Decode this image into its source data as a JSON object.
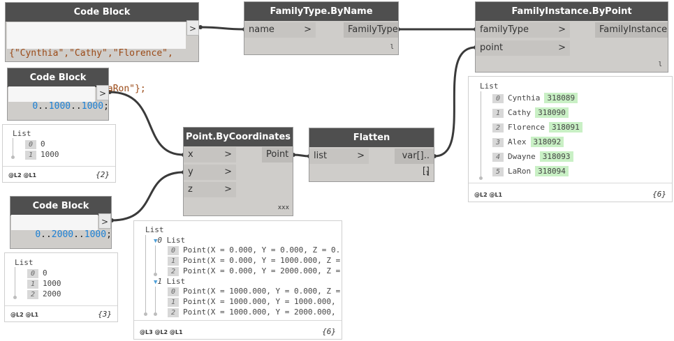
{
  "nodes": {
    "cb_names": {
      "title": "Code Block",
      "line1": "{\"Cynthia\",\"Cathy\",\"Florence\",",
      "line2": "\"Alex\",\"Dwayne\",\"LaRon\"};",
      "out": ">"
    },
    "family_type": {
      "title": "FamilyType.ByName",
      "in_name": "name",
      "out_name": "FamilyType",
      "lace": "l"
    },
    "family_instance": {
      "title": "FamilyInstance.ByPoint",
      "in_familytype": "familyType",
      "in_point": "point",
      "out_name": "FamilyInstance",
      "lace": "l"
    },
    "cb_x": {
      "title": "Code Block",
      "n1": "0",
      "op1": "..",
      "n2": "1000",
      "op2": "..",
      "n3": "1000",
      "end": ";",
      "out": ">"
    },
    "cb_y": {
      "title": "Code Block",
      "n1": "0",
      "op1": "..",
      "n2": "2000",
      "op2": "..",
      "n3": "1000",
      "end": ";",
      "out": ">"
    },
    "point": {
      "title": "Point.ByCoordinates",
      "in_x": "x",
      "in_y": "y",
      "in_z": "z",
      "out_name": "Point",
      "lace": "xxx"
    },
    "flatten": {
      "title": "Flatten",
      "in_list": "list",
      "out_name": "var[]..[]",
      "lace": "l"
    }
  },
  "chev": ">",
  "watch_x": {
    "title": "List",
    "items": [
      {
        "i": "0",
        "v": "0"
      },
      {
        "i": "1",
        "v": "1000"
      }
    ],
    "levels": "@L2 @L1",
    "count": "{2}"
  },
  "watch_y": {
    "title": "List",
    "items": [
      {
        "i": "0",
        "v": "0"
      },
      {
        "i": "1",
        "v": "1000"
      },
      {
        "i": "2",
        "v": "2000"
      }
    ],
    "levels": "@L2 @L1",
    "count": "{3}"
  },
  "watch_points": {
    "title": "List",
    "groups": [
      {
        "label": "List",
        "idx": "0",
        "items": [
          {
            "i": "0",
            "v": "Point(X = 0.000, Y = 0.000, Z = 0."
          },
          {
            "i": "1",
            "v": "Point(X = 0.000, Y = 1000.000, Z ="
          },
          {
            "i": "2",
            "v": "Point(X = 0.000, Y = 2000.000, Z ="
          }
        ]
      },
      {
        "label": "List",
        "idx": "1",
        "items": [
          {
            "i": "0",
            "v": "Point(X = 1000.000, Y = 0.000, Z ="
          },
          {
            "i": "1",
            "v": "Point(X = 1000.000, Y = 1000.000,"
          },
          {
            "i": "2",
            "v": "Point(X = 1000.000, Y = 2000.000,"
          }
        ]
      }
    ],
    "levels": "@L3 @L2 @L1",
    "count": "{6}"
  },
  "watch_family": {
    "title": "List",
    "items": [
      {
        "i": "0",
        "name": "Cynthia",
        "id": "318089"
      },
      {
        "i": "1",
        "name": "Cathy",
        "id": "318090"
      },
      {
        "i": "2",
        "name": "Florence",
        "id": "318091"
      },
      {
        "i": "3",
        "name": "Alex",
        "id": "318092"
      },
      {
        "i": "4",
        "name": "Dwayne",
        "id": "318093"
      },
      {
        "i": "5",
        "name": "LaRon",
        "id": "318094"
      }
    ],
    "levels": "@L2 @L1",
    "count": "{6}"
  },
  "colors": {
    "header": "#4f4f4f",
    "node_body": "#cfcdca",
    "wire": "#3a3a3a",
    "number": "#1a7fd4",
    "string": "#9b4a17",
    "id_highlight": "#c9f0c5"
  }
}
